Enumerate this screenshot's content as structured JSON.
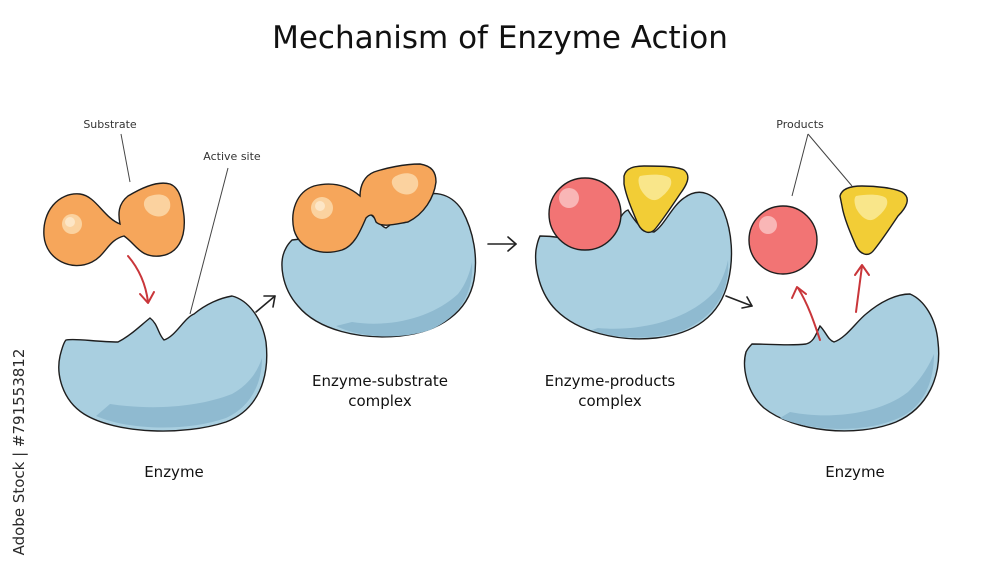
{
  "title": "Mechanism of Enzyme Action",
  "callouts": {
    "substrate": "Substrate",
    "active_site": "Active site",
    "products": "Products"
  },
  "labels": {
    "enzyme_left": "Enzyme",
    "enzyme_substrate_line1": "Enzyme-substrate",
    "enzyme_substrate_line2": "complex",
    "enzyme_products_line1": "Enzyme-products",
    "enzyme_products_line2": "complex",
    "enzyme_right": "Enzyme"
  },
  "watermark": "Adobe Stock | #791553812",
  "colors": {
    "enzyme": "#a9cfe0",
    "substrate": "#f6a65b",
    "product_sphere": "#f27474",
    "product_triangle": "#f2cd36",
    "reaction_arrow": "#c9363a"
  }
}
